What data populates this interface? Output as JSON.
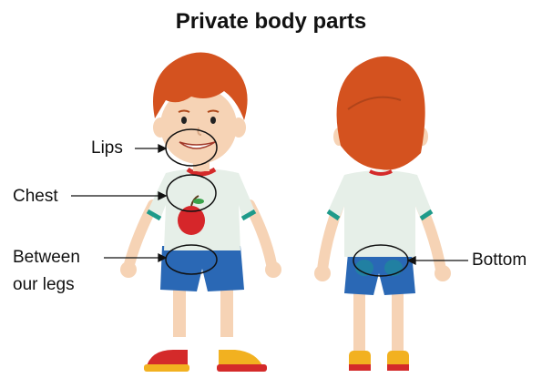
{
  "title": "Private body parts",
  "labels": {
    "lips": "Lips",
    "chest": "Chest",
    "between_line1": "Between",
    "between_line2": "our legs",
    "bottom": "Bottom"
  },
  "colors": {
    "hair": "#d4521f",
    "skin": "#f6d3b5",
    "shirt": "#e6efe8",
    "shirt_trim": "#1e9a8a",
    "shorts": "#2a68b5",
    "apple": "#d6262a",
    "shoe_red": "#d42a2a",
    "shoe_yellow": "#f2b120"
  }
}
